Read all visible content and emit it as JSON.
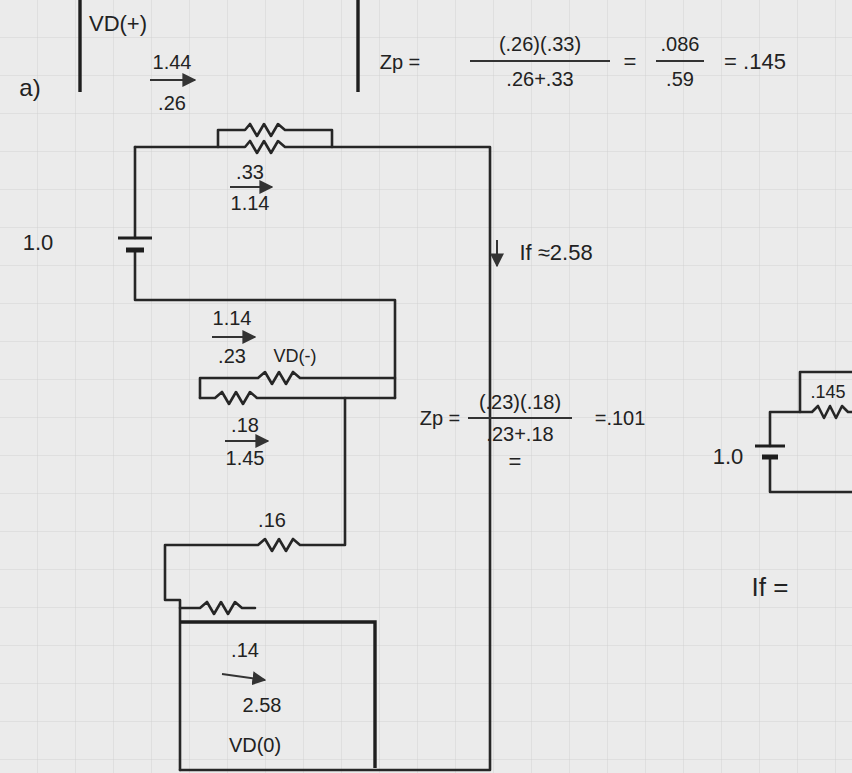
{
  "diagram": {
    "labels": [
      "a)",
      "VD(+)",
      "1.44",
      ".26",
      "Zp =",
      "(.26)(.33)",
      ".26+.33",
      "=",
      ".086",
      ".59",
      "= .145",
      ".33",
      "1.14",
      "1.0",
      "If ≈2.58",
      "1.14",
      ".23",
      "VD(-)",
      "Zp =",
      "(.23)(.18)",
      ".23+.18",
      "=.101",
      "=",
      ".18",
      "1.45",
      ".16",
      ".14",
      "2.58",
      "VD(0)",
      ".145",
      "1.0",
      "If ="
    ]
  }
}
